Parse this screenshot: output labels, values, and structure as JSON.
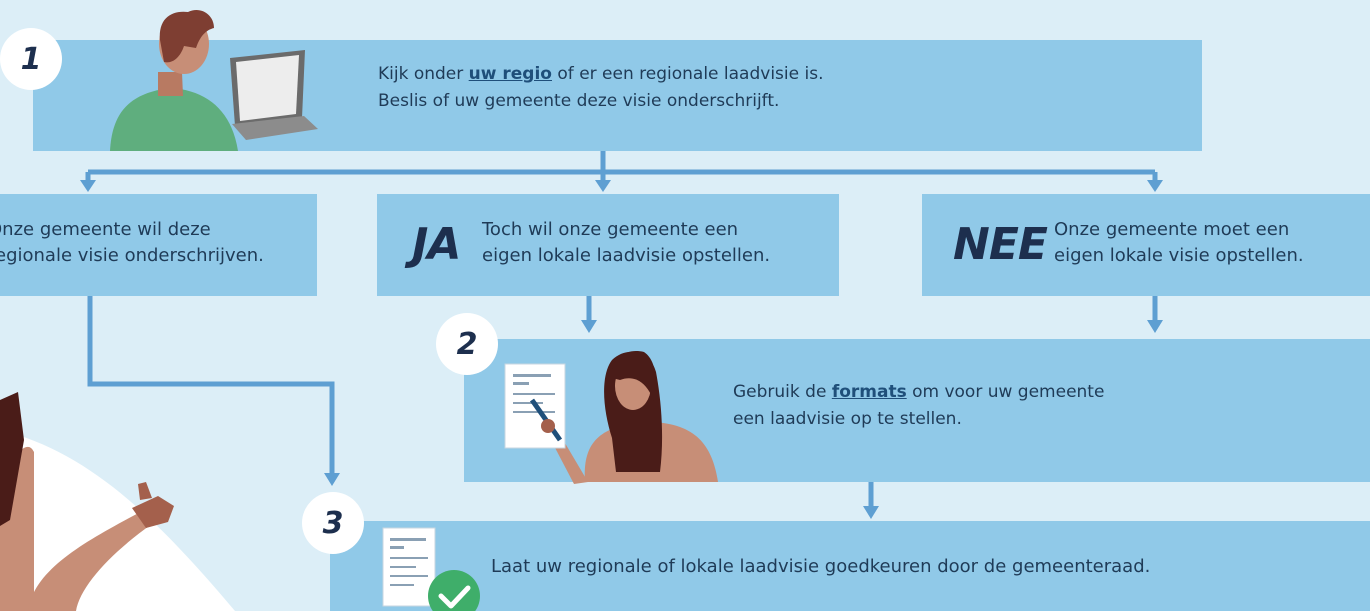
{
  "step1": {
    "number": "1",
    "text_before": "Kijk onder ",
    "link": "uw regio",
    "text_after": " of er een regionale laadvisie is.",
    "line2": "Beslis of uw gemeente deze visie onderschrijft."
  },
  "branch_left": {
    "line1": "Onze gemeente wil deze",
    "line2": "regionale visie onderschrijven."
  },
  "branch_middle": {
    "label": "JA",
    "line1": "Toch wil onze gemeente een",
    "line2": "eigen lokale laadvisie opstellen."
  },
  "branch_right": {
    "label": "NEE",
    "line1": "Onze gemeente moet een",
    "line2": "eigen lokale visie opstellen."
  },
  "step2": {
    "number": "2",
    "text_before": "Gebruik de ",
    "link": "formats",
    "text_after": " om voor uw gemeente",
    "line2": "een laadvisie op te stellen."
  },
  "step3": {
    "number": "3",
    "text": "Laat uw regionale of lokale laadvisie goedkeuren door de gemeenteraad."
  },
  "colors": {
    "background": "#dceef7",
    "box": "#90c9e8",
    "connector": "#5e9fd2",
    "text": "#1f3b57",
    "check": "#3fae6a"
  }
}
